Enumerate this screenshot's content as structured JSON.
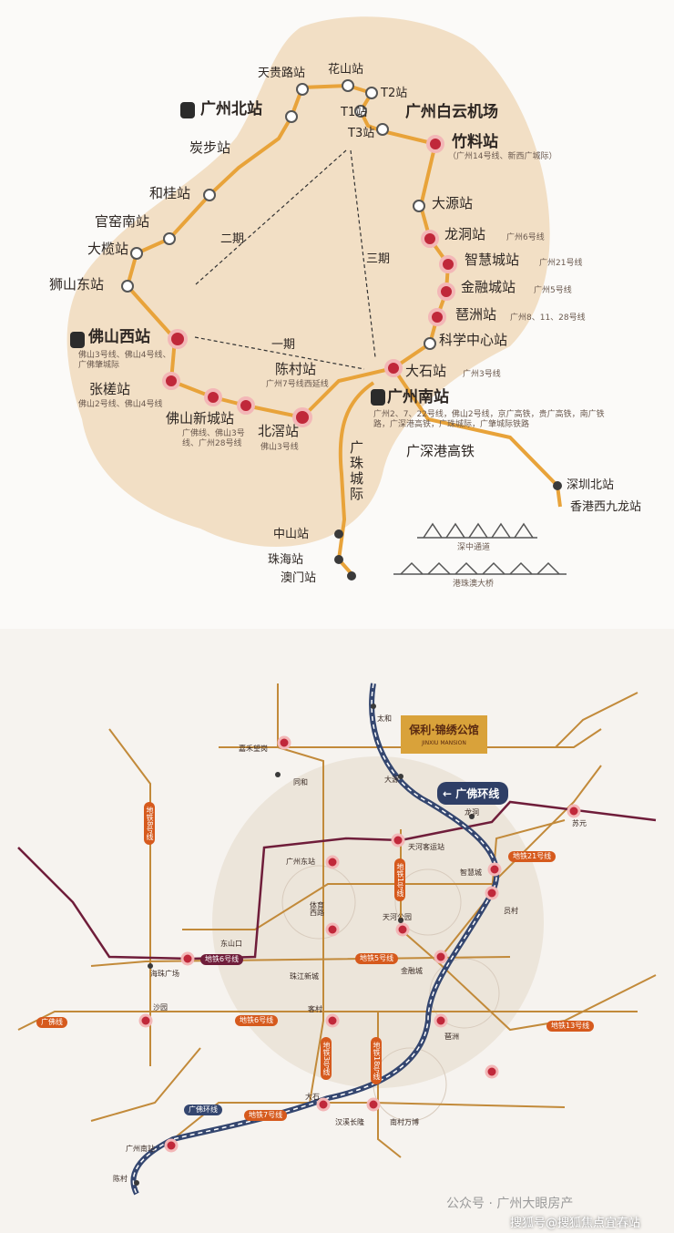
{
  "top_map": {
    "phase_labels": [
      "二期",
      "一期",
      "三期"
    ],
    "line_labels": {
      "gzs_hsr": "广深港高铁",
      "gz_zh": [
        "广",
        "珠",
        "城",
        "际"
      ]
    },
    "bridges": [
      "深中通道",
      "港珠澳大桥"
    ],
    "stations": {
      "tianguilu": "天贵路站",
      "huashan": "花山站",
      "t2": "T2站",
      "t1": "T1站",
      "t3": "T3站",
      "gz_north": "广州北站",
      "baiyun_airport": "广州白云机场",
      "zhuliao": "竹料站",
      "zhuliao_note": "（广州14号线、新西广城际）",
      "tanbu": "炭步站",
      "hegui": "和桂站",
      "dayuan": "大源站",
      "guanyaonan": "官窑南站",
      "longdong": "龙洞站",
      "longdong_note": "广州6号线",
      "dalan": "大榄站",
      "zhihuicheng": "智慧城站",
      "zhihuicheng_note": "广州21号线",
      "shishandong": "狮山东站",
      "jinrongcheng": "金融城站",
      "jinrongcheng_note": "广州5号线",
      "pazhou": "琶洲站",
      "pazhou_note": "广州8、11、28号线",
      "foshan_west": "佛山西站",
      "foshan_west_note": "佛山3号线、佛山4号线、广佛肇城际",
      "kexue": "科学中心站",
      "chencun": "陈村站",
      "chencun_note": "广州7号线西延线",
      "dashi": "大石站",
      "dashi_note": "广州3号线",
      "zhangcha": "张槎站",
      "zhangcha_note": "佛山2号线、佛山4号线",
      "gz_south": "广州南站",
      "gz_south_note": "广州2、7、22号线，佛山2号线，京广高铁，贵广高铁，南广铁路，广深港高铁，广珠城际，广肇城际铁路",
      "fs_newtown": "佛山新城站",
      "fs_newtown_note": "广佛线、佛山3号线、广州28号线",
      "beijiao": "北滘站",
      "beijiao_note": "佛山3号线",
      "sz_north": "深圳北站",
      "hk_west": "香港西九龙站",
      "zhongshan": "中山站",
      "zhuhai": "珠海站",
      "macau": "澳门站"
    }
  },
  "bottom_map": {
    "logo": {
      "line1": "保利·锦绣公馆",
      "line2": "JINXIU MANSION"
    },
    "ring_label": "广佛环线",
    "line_tags": {
      "m8": "地铁8号线",
      "m1": "地铁1号线",
      "m21": "地铁21号线",
      "m6": "地铁6号线",
      "m5": "地铁5号线",
      "gf_line": "广佛线",
      "m6b": "地铁6号线",
      "m13": "地铁13号线",
      "m3": "地铁3号线",
      "m18": "地铁18号线",
      "m7": "地铁7号线",
      "gf_ring": "广佛环线"
    },
    "stations": {
      "taihe": "太和",
      "jiahe": "嘉禾望岗",
      "tonghe": "同和",
      "dayuan": "大源",
      "longdong": "龙洞",
      "suyuan": "苏元",
      "tianhe_coach": "天河客运站",
      "gz_east": "广州东站",
      "zhihuicheng": "智慧城",
      "tiyu_xilu": "体育西路",
      "tianhe_park": "天河公园",
      "yuancun": "员村",
      "dongshankou": "东山口",
      "haizhu_square": "海珠广场",
      "zhujiang_newtown": "珠江新城",
      "jinrongcheng": "金融城",
      "shayuan": "沙园",
      "kecun": "客村",
      "pazhou": "琶洲",
      "dashi": "大石",
      "hanxi": "汉溪长隆",
      "nancun": "南村万博",
      "gz_south_station": "广州南站",
      "chencun": "陈村"
    }
  },
  "watermark": {
    "account": "公众号 · 广州大眼房产",
    "source": "搜狐号@搜狐焦点宜春站"
  },
  "colors": {
    "orange_line": "#e8a33a",
    "station_red": "#c0283a",
    "tag_orange": "#d65a1d",
    "ring_blue": "#34466f",
    "phase_blob": "#efd6b4"
  }
}
